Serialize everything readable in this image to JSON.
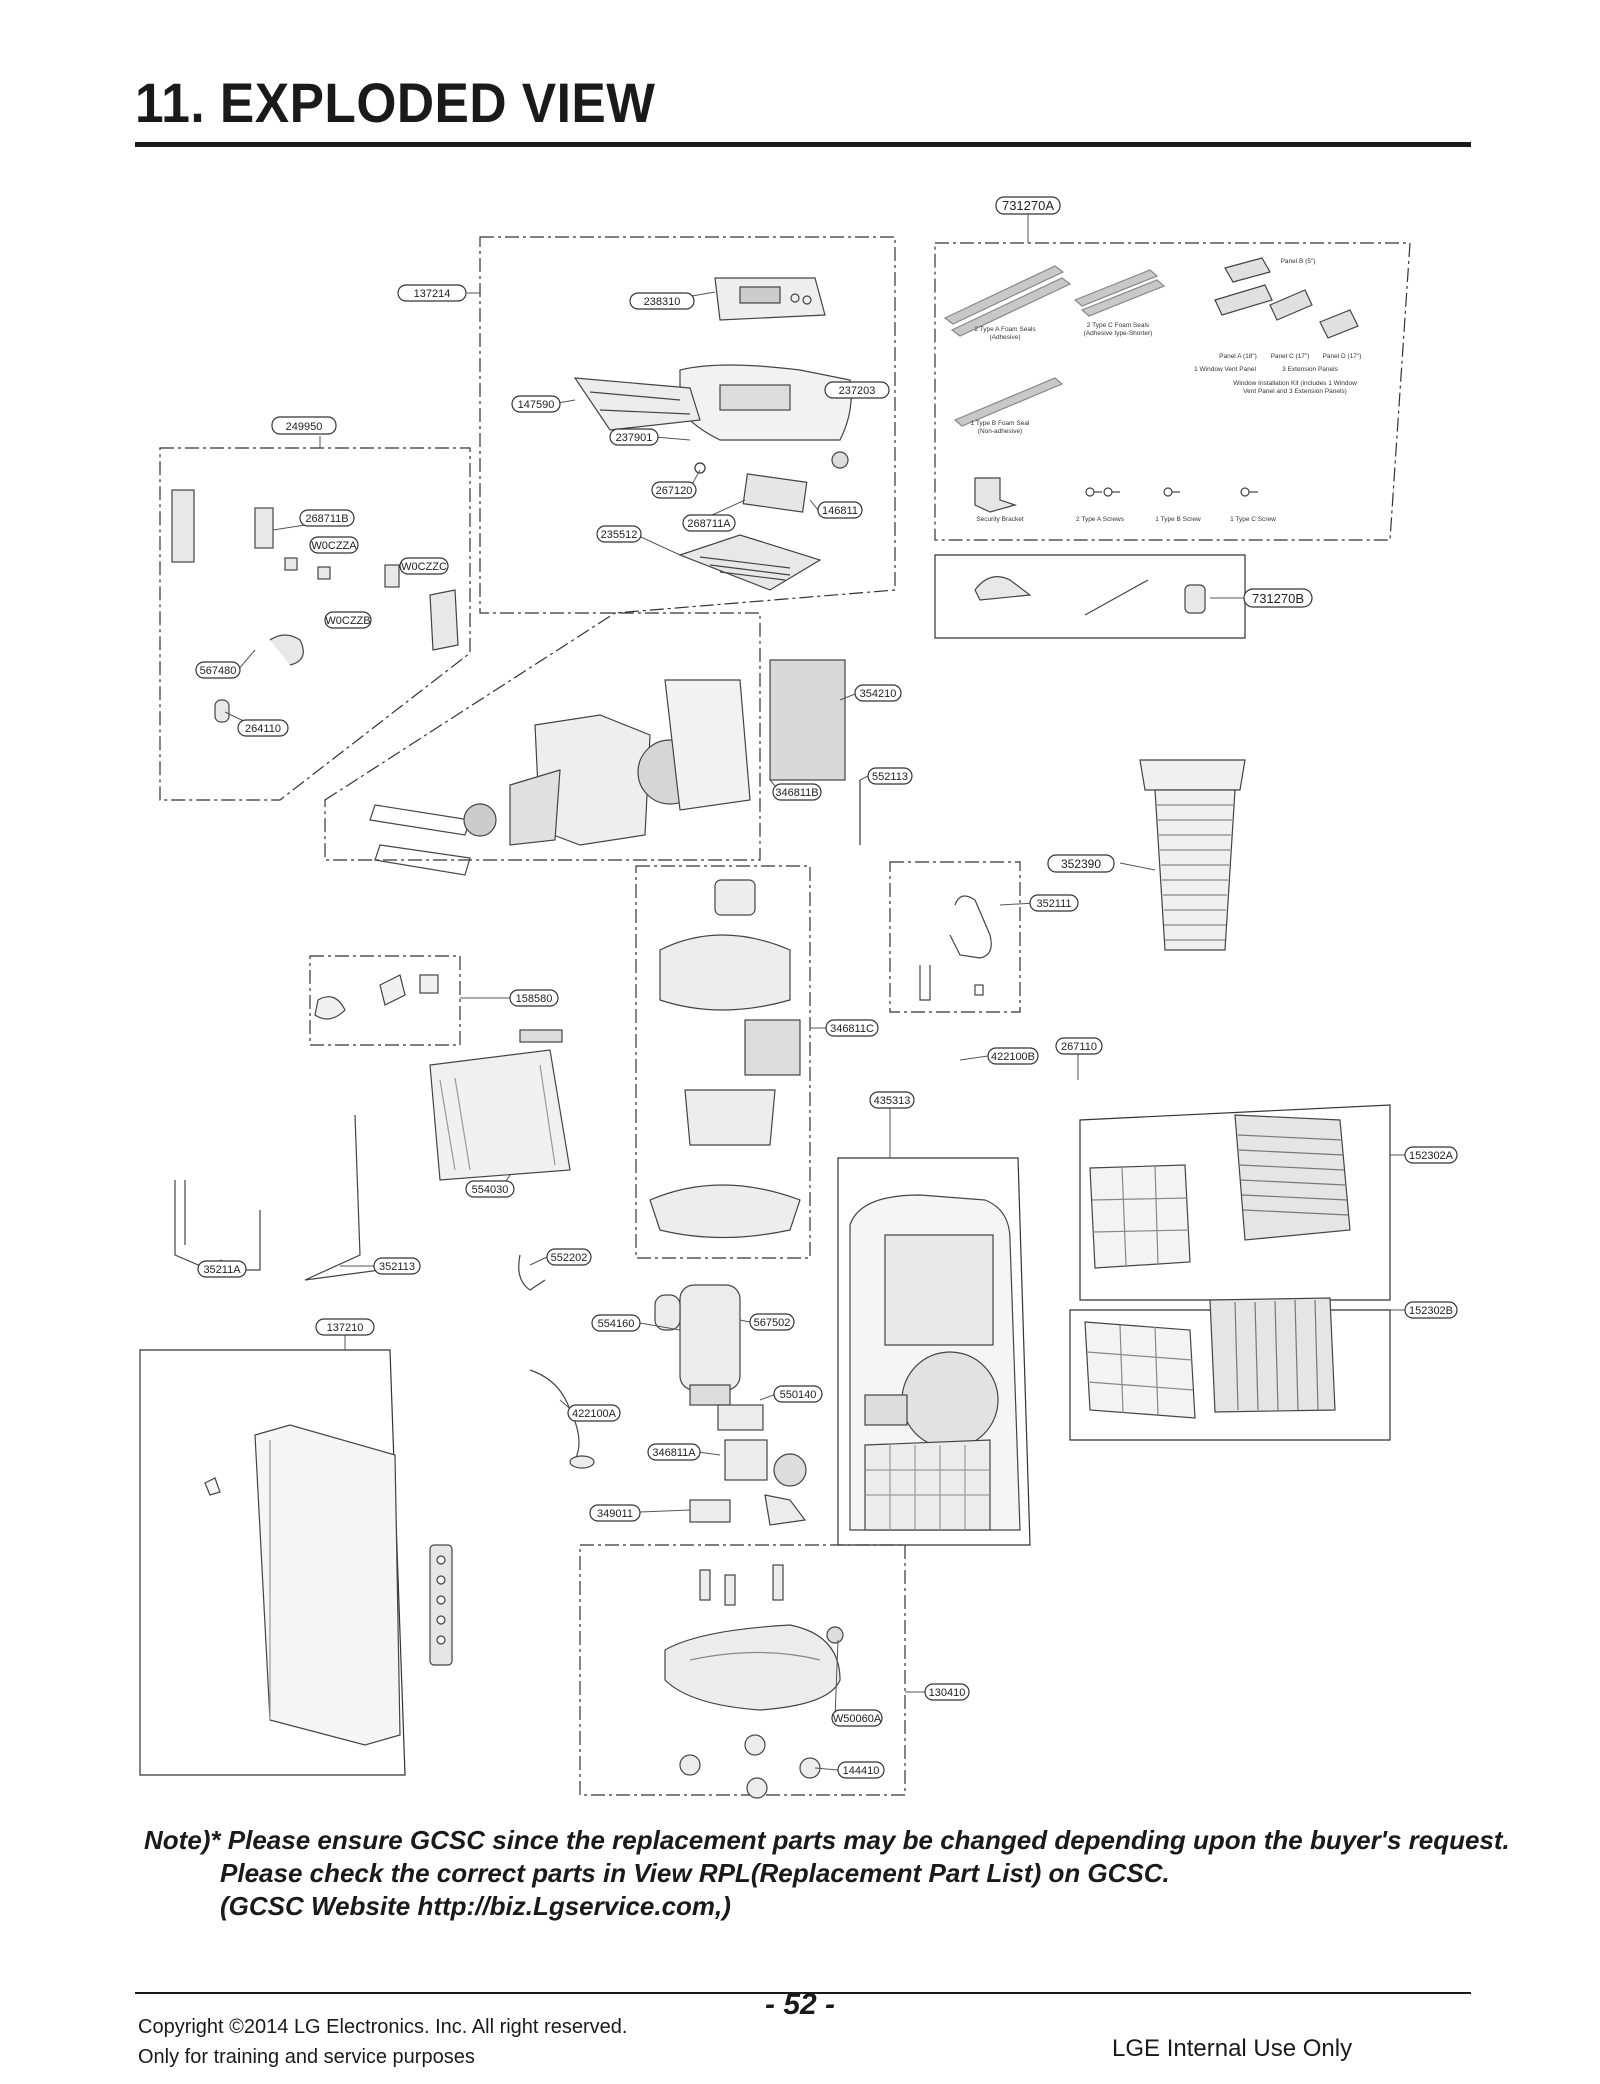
{
  "title": "11. EXPLODED VIEW",
  "part_labels": [
    "731270A",
    "137214",
    "238310",
    "237203",
    "147590",
    "237901",
    "249950",
    "267120",
    "146811",
    "268711A",
    "268711B",
    "235512",
    "W0CZZA",
    "W0CZZC",
    "W0CZZB",
    "567480",
    "264110",
    "354210",
    "552113",
    "346811B",
    "731270B",
    "352390",
    "352111",
    "158580",
    "346811C",
    "422100B",
    "267110",
    "435313",
    "152302A",
    "554030",
    "35211A",
    "352113",
    "552202",
    "567502",
    "137210",
    "554160",
    "550140",
    "422100A",
    "346811A",
    "349011",
    "152302B",
    "130410",
    "W50060A",
    "144410"
  ],
  "kit_text": [
    "Panel B (5\")",
    "2 Type A Foam Seals",
    "(Adhesive)",
    "2 Type C Foam Seals",
    "(Adhesive type-Shorter)",
    "Panel A (18\")",
    "Panel C (17\")",
    "Panel D (17\")",
    "1 Window Vent Panel",
    "3 Extension Panels",
    "Window Installation Kit (includes 1 Window",
    "Vent Panel and 3 Extension Panels)",
    "1 Type B Foam Seal",
    "(Non-adhesive)",
    "Security Bracket",
    "2 Type A Screws",
    "1 Type B Screw",
    "1 Type C Screw"
  ],
  "note": {
    "line1": "Note)* Please ensure GCSC since the replacement parts may be changed depending upon the buyer's request.",
    "line2": "Please check  the correct parts in View RPL(Replacement Part List) on GCSC.",
    "line3": "(GCSC Website  http://biz.Lgservice.com,)"
  },
  "footer": {
    "copyright": "Copyright ©2014 LG Electronics. Inc. All right reserved.",
    "training": "Only for training and service purposes",
    "page_number": "- 52 -",
    "internal": "LGE Internal Use Only"
  }
}
